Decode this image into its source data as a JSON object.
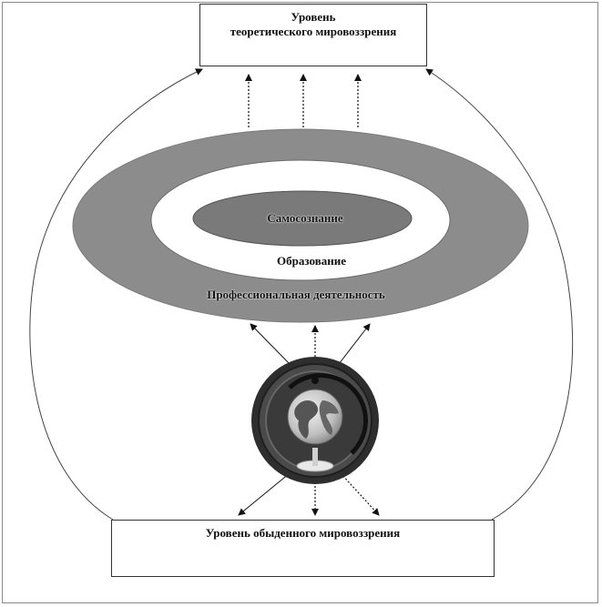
{
  "top_box": {
    "line1": "Уровень",
    "line2": "теоретического мировоззрения"
  },
  "bottom_box": {
    "label": "Уровень обыденного мировоззрения"
  },
  "rings": {
    "inner_label": "Самосознание",
    "middle_label": "Образование",
    "outer_label": "Профессиональная деятельность"
  },
  "colors": {
    "outer_ring": "#8c8c8c",
    "middle_ring": "#ffffff",
    "inner_core": "#7a7a7a",
    "globe_frame": "#3a3a3a"
  },
  "icons": {
    "center": "globe-icon"
  }
}
